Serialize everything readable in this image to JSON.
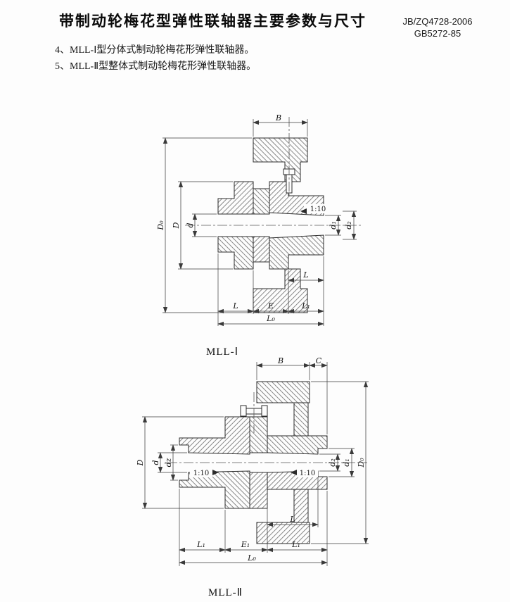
{
  "header": {
    "title": "带制动轮梅花型弹性联轴器主要参数与尺寸",
    "standard1": "JB/ZQ4728-2006",
    "standard2": "GB5272-85"
  },
  "notes": {
    "item4": "4、MLL-Ⅰ型分体式制动轮梅花形弹性联轴器。",
    "item5": "5、MLL-Ⅱ型整体式制动轮梅花形弹性联轴器。"
  },
  "drawing1": {
    "caption": "MLL-Ⅰ",
    "dims": {
      "B": "B",
      "D0": "D₀",
      "D": "D",
      "d": "d",
      "taper": "1:10",
      "d1": "d₁",
      "d2": "d₂",
      "L_right": "L",
      "L_left": "L",
      "E": "E",
      "L1": "L₁",
      "L0": "L₀"
    }
  },
  "drawing2": {
    "caption": "MLL-Ⅱ",
    "dims": {
      "B": "B",
      "C": "C",
      "D": "D",
      "d": "d",
      "dz": "dz",
      "taper_left": "1:10",
      "taper_right": "1:10",
      "d2": "d₂",
      "d1": "d₁",
      "D0": "D₀",
      "L": "L",
      "L1_left": "L₁",
      "E1": "E₁",
      "L1_right": "L₁",
      "L0": "L₀"
    }
  }
}
